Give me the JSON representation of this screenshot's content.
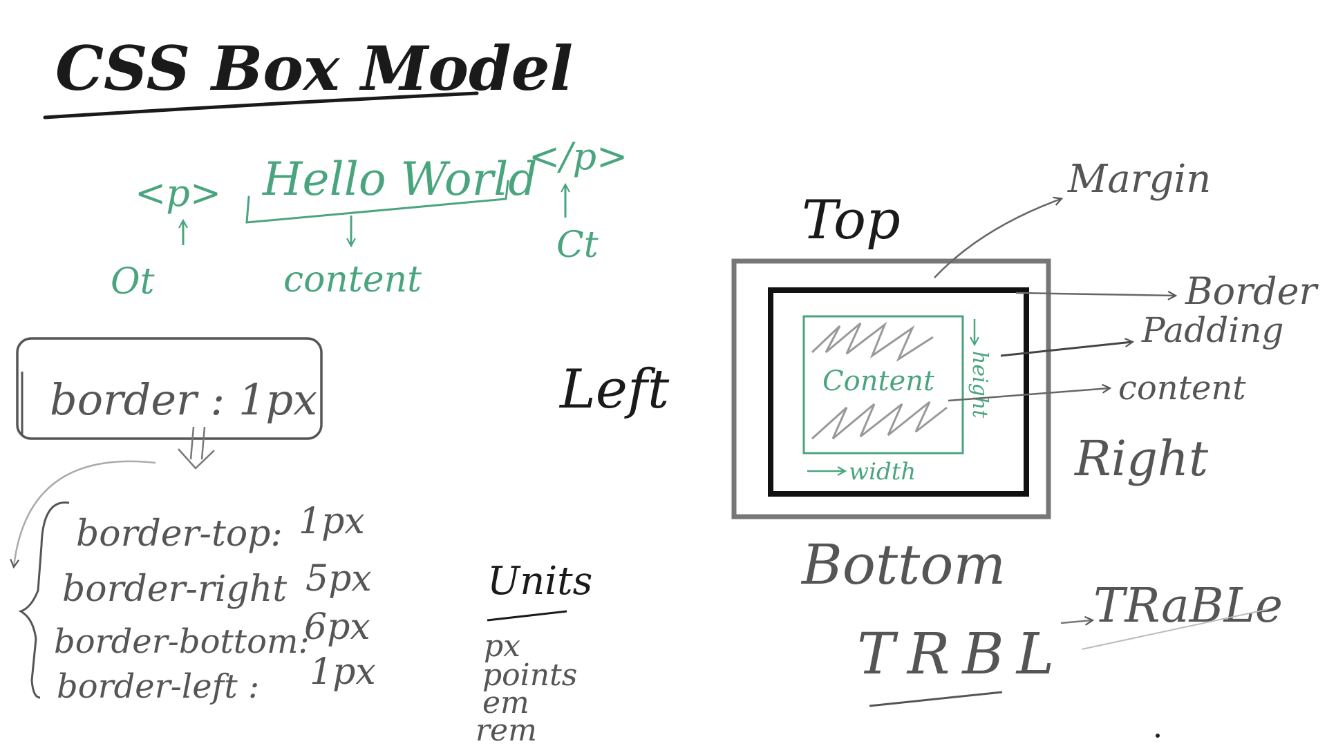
{
  "title": "CSS Box Model",
  "html_example": {
    "open_tag": "<p>",
    "text": "Hello World",
    "close_tag": "</p>",
    "open_label": "Ot",
    "content_label": "content",
    "close_label": "Ct"
  },
  "shorthand": {
    "declaration": "border : 1px",
    "expanded": [
      {
        "prop": "border-top:",
        "value": "1px"
      },
      {
        "prop": "border-right",
        "value": "5px"
      },
      {
        "prop": "border-bottom:",
        "value": "6px"
      },
      {
        "prop": "border-left :",
        "value": "1px"
      }
    ]
  },
  "units": {
    "heading": "Units",
    "items": [
      "px",
      "points",
      "em",
      "rem"
    ]
  },
  "box_model": {
    "top": "Top",
    "bottom": "Bottom",
    "left": "Left",
    "right": "Right",
    "margin": "Margin",
    "border": "Border",
    "padding": "Padding",
    "content": "content",
    "content_inner": "Content",
    "height": "height",
    "width": "width"
  },
  "trbl": {
    "abbr": "TRBL",
    "mnemonic": "TRaBLe"
  },
  "colors": {
    "ink": "#1a1a1a",
    "pencil": "#555555",
    "accent": "#4aa57f"
  }
}
